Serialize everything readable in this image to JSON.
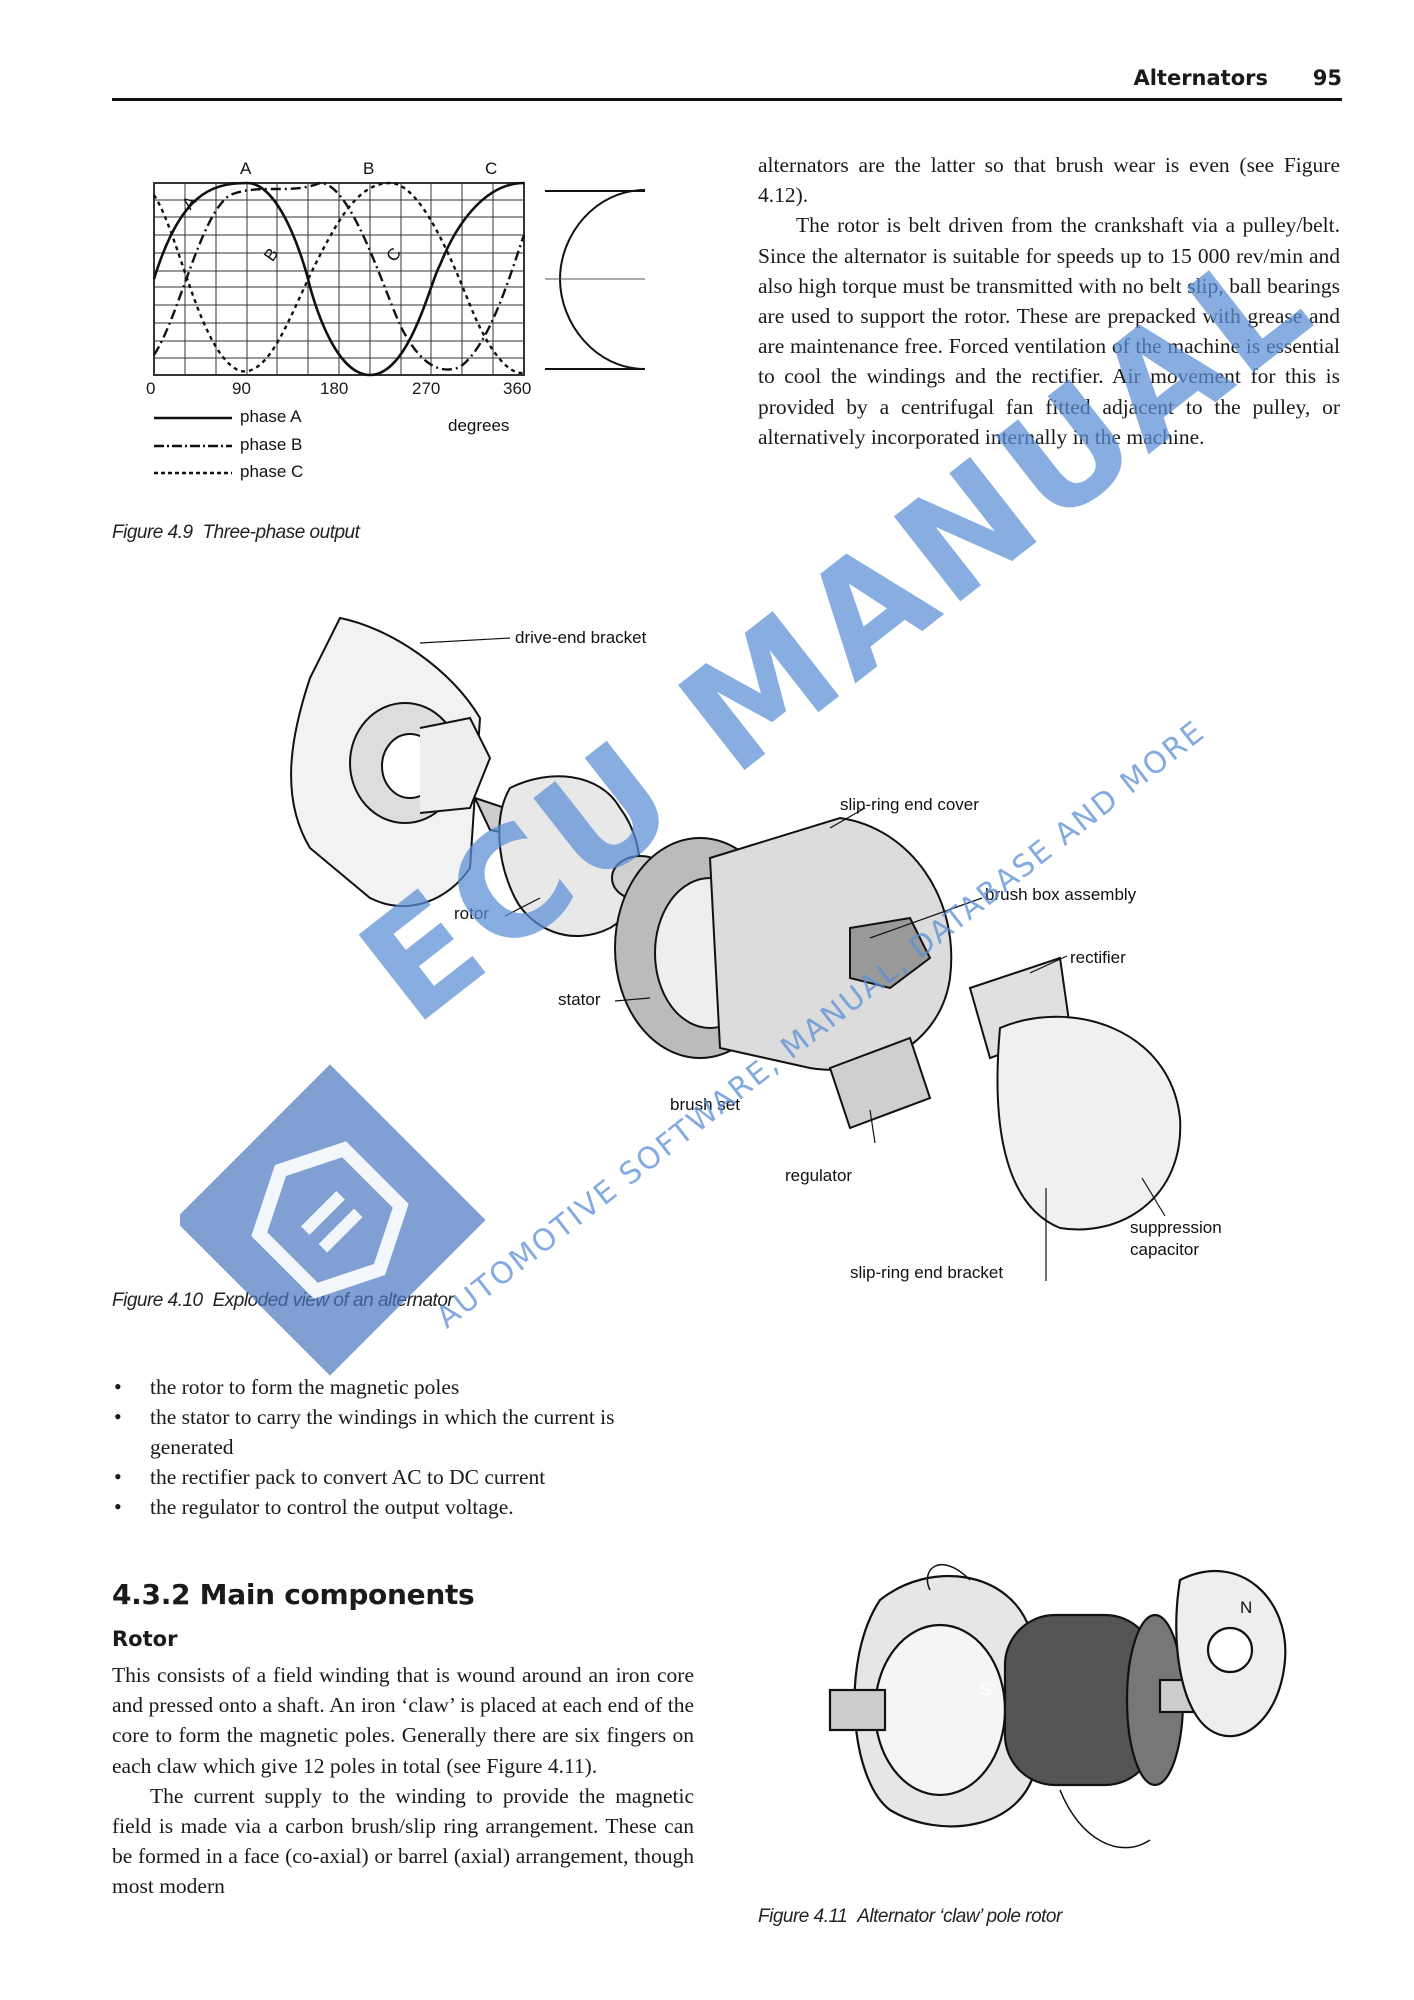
{
  "header": {
    "title": "Alternators",
    "page": "95"
  },
  "figure_4_9": {
    "phase_labels": [
      "A",
      "B",
      "C"
    ],
    "curve_labels": [
      "A",
      "B",
      "C"
    ],
    "ticks": [
      "0",
      "90",
      "180",
      "270",
      "360"
    ],
    "axis_label": "degrees",
    "legend": [
      "phase A",
      "phase B",
      "phase C"
    ],
    "caption_num": "Figure 4.9",
    "caption_text": "Three-phase output"
  },
  "right_column": {
    "p1": "alternators are the latter so that brush wear is even (see Figure 4.12).",
    "p2": "The rotor is belt driven from the crankshaft via a pulley/belt. Since the alternator is suitable for speeds up to 15 000 rev/min and also high torque must be transmitted with no belt slip, ball bearings are used to support the rotor. These are prepacked with grease and are maintenance free. Forced ventilation of the machine is essential to cool the windings and the rectifier. Air movement for this is provided by a centrifugal fan fitted adjacent to the pulley, or alternatively incorporated internally in the machine."
  },
  "figure_4_10": {
    "labels": {
      "drive_end_bracket": "drive-end bracket",
      "slip_ring_end_cover": "slip-ring end cover",
      "brush_box": "brush box assembly",
      "rectifier": "rectifier",
      "rotor": "rotor",
      "stator": "stator",
      "brush_set": "brush set",
      "regulator": "regulator",
      "suppression_1": "suppression",
      "suppression_2": "capacitor",
      "slip_ring_end_bracket": "slip-ring end bracket"
    },
    "caption_num": "Figure 4.10",
    "caption_text": "Exploded view of an alternator"
  },
  "bullets": [
    "the rotor to form the magnetic poles",
    "the stator to carry the windings in which the current is generated",
    "the rectifier pack to convert AC to DC current",
    "the regulator to control the output voltage."
  ],
  "section": {
    "heading": "4.3.2  Main components",
    "subheading": "Rotor",
    "p1": "This consists of a field winding that is wound around an iron core and pressed onto a shaft. An iron ‘claw’ is placed at each end of the core to form the magnetic poles. Generally there are six fingers on each claw which give 12 poles in total (see Figure 4.11).",
    "p2": "The current supply to the winding to provide the magnetic field is made via a carbon brush/slip ring arrangement. These can be formed in a face (co-axial) or barrel (axial) arrangement, though most modern"
  },
  "figure_4_11": {
    "pole_n": "N",
    "pole_s": "S",
    "caption_num": "Figure 4.11",
    "caption_text": "Alternator ‘claw’ pole rotor"
  },
  "watermark": {
    "line1": "ECU MANUAL",
    "line2": "AUTOMOTIVE SOFTWARE, MANUAL, DATABASE AND MORE",
    "color": "#5b8fd6"
  }
}
